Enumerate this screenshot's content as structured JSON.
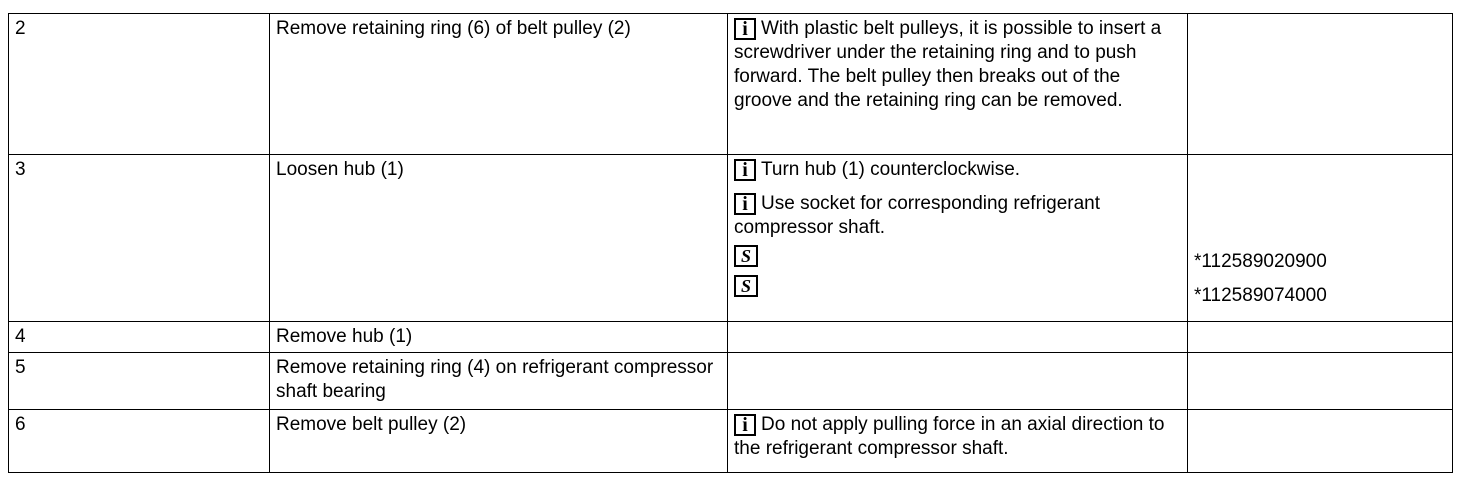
{
  "rows": [
    {
      "step": "2",
      "action": "Remove retaining ring (6) of belt pulley (2)",
      "notes": [
        "With plastic belt pulleys, it is possible to insert a screwdriver under the retaining ring and to push forward. The belt pulley then breaks out of the groove and the retaining ring can be removed."
      ]
    },
    {
      "step": "3",
      "action": "Loosen hub (1)",
      "notes": [
        "Turn hub (1) counterclockwise.",
        "Use socket for corresponding refrigerant compressor shaft."
      ],
      "tools": [
        "*112589020900",
        "*112589074000"
      ]
    },
    {
      "step": "4",
      "action": "Remove hub (1)"
    },
    {
      "step": "5",
      "action": "Remove retaining ring (4) on refrigerant compressor shaft bearing"
    },
    {
      "step": "6",
      "action": "Remove belt pulley (2)",
      "notes": [
        "Do not apply pulling force in an axial direction to the refrigerant compressor shaft."
      ]
    }
  ],
  "icons": {
    "info": "info-icon",
    "tool": "special-tool-icon",
    "info_glyph": "i",
    "tool_glyph": "S"
  }
}
